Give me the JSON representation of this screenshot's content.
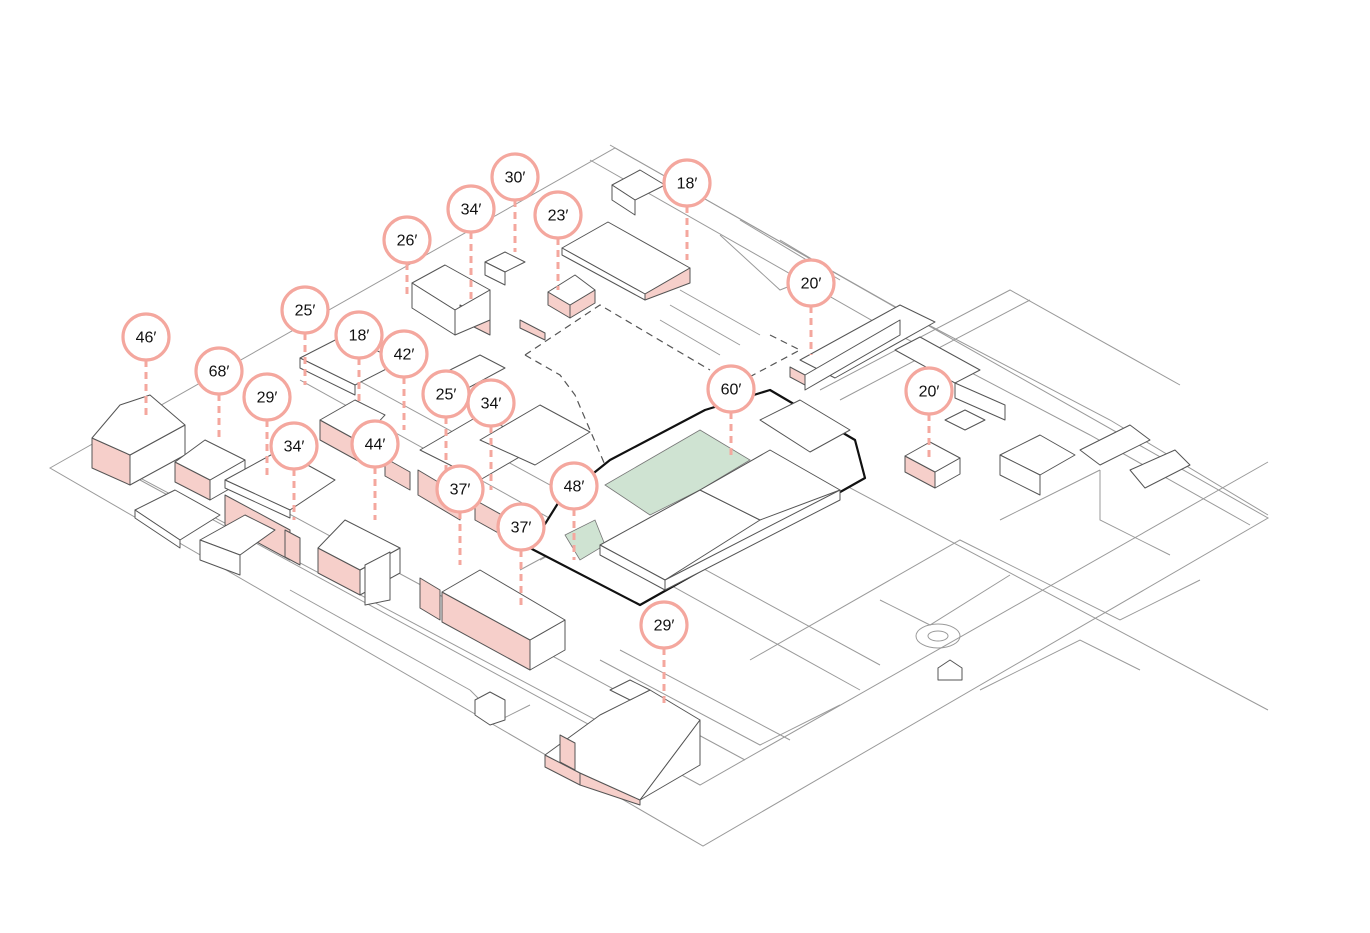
{
  "colors": {
    "bubble_stroke": "#f4a79e",
    "context_building_highlight": "#f6cfca",
    "courtyard": "#cfe3d2",
    "proposed_outline": "#111111",
    "base_lines": "#9a9a9a"
  },
  "height_labels": [
    {
      "id": "h1",
      "text": "46′"
    },
    {
      "id": "h2",
      "text": "68′"
    },
    {
      "id": "h3",
      "text": "29′"
    },
    {
      "id": "h4",
      "text": "25′"
    },
    {
      "id": "h5",
      "text": "34′"
    },
    {
      "id": "h6",
      "text": "18′"
    },
    {
      "id": "h7",
      "text": "44′"
    },
    {
      "id": "h8",
      "text": "26′"
    },
    {
      "id": "h9",
      "text": "42′"
    },
    {
      "id": "h10",
      "text": "34′"
    },
    {
      "id": "h11",
      "text": "30′"
    },
    {
      "id": "h12",
      "text": "23′"
    },
    {
      "id": "h13",
      "text": "25′"
    },
    {
      "id": "h14",
      "text": "34′"
    },
    {
      "id": "h15",
      "text": "37′"
    },
    {
      "id": "h16",
      "text": "48′"
    },
    {
      "id": "h17",
      "text": "37′"
    },
    {
      "id": "h18",
      "text": "18′"
    },
    {
      "id": "h19",
      "text": "20′"
    },
    {
      "id": "h20",
      "text": "60′"
    },
    {
      "id": "h21",
      "text": "20′"
    },
    {
      "id": "h22",
      "text": "29′"
    }
  ]
}
